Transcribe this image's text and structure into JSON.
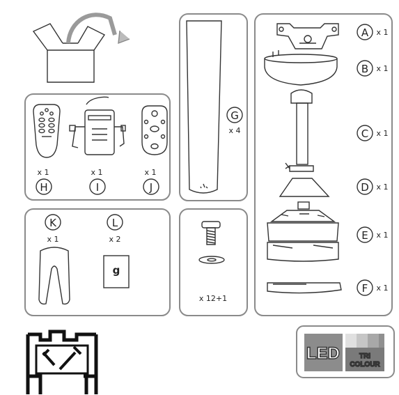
{
  "parts": {
    "G": {
      "letter": "G",
      "qty": "x 4"
    },
    "H": {
      "letter": "H",
      "qty": "x 1"
    },
    "I": {
      "letter": "I",
      "qty": "x 1"
    },
    "J": {
      "letter": "J",
      "qty": "x 1"
    },
    "K": {
      "letter": "K",
      "qty": "x 1"
    },
    "L": {
      "letter": "L",
      "qty": "x 2",
      "label": "g"
    },
    "screws": {
      "qty": "x 12+1"
    },
    "A": {
      "letter": "A",
      "qty": "x 1"
    },
    "B": {
      "letter": "B",
      "qty": "x 1"
    },
    "C": {
      "letter": "C",
      "qty": "x 1"
    },
    "D": {
      "letter": "D",
      "qty": "x 1"
    },
    "E": {
      "letter": "E",
      "qty": "x 1"
    },
    "F": {
      "letter": "F",
      "qty": "x 1"
    }
  },
  "badge": {
    "led": "LED",
    "tri_line1": "TRI",
    "tri_line2": "COLOUR"
  },
  "colors": {
    "stroke": "#333333",
    "panel_border": "#8a8a8a",
    "badge_gray": "#8c8c8c"
  }
}
